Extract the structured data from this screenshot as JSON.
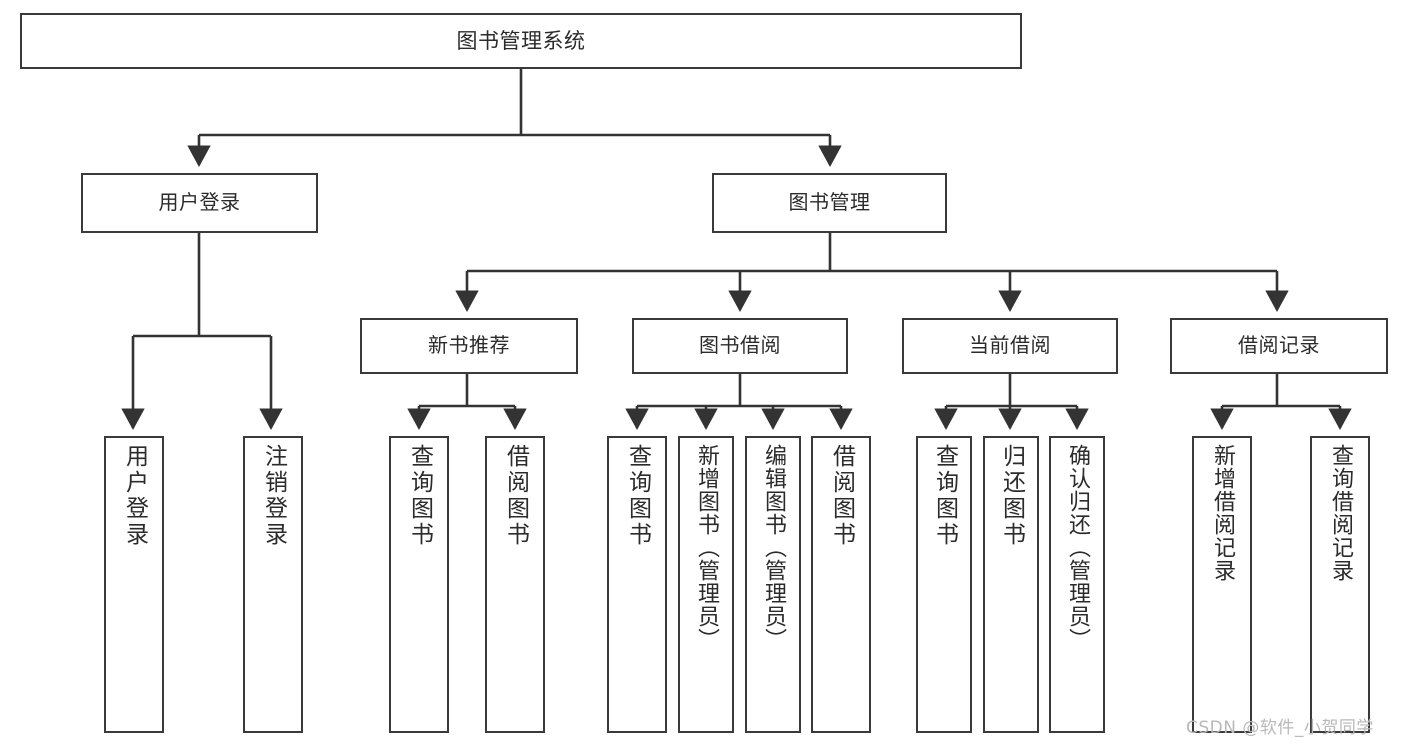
{
  "diagram": {
    "title": "图书管理系统",
    "type": "tree-hierarchy-chart",
    "orientation": "top-down",
    "colors": {
      "border": "#3a3a3a",
      "text": "#2b2b2b",
      "background": "#ffffff",
      "edge": "#333333",
      "watermark": "#b9b9b9"
    }
  },
  "root": {
    "label": "图书管理系统"
  },
  "level1": [
    {
      "id": "user-login",
      "label": "用户登录"
    },
    {
      "id": "book-admin",
      "label": "图书管理"
    }
  ],
  "level2": [
    {
      "id": "new-book",
      "label": "新书推荐"
    },
    {
      "id": "borrow",
      "label": "图书借阅"
    },
    {
      "id": "current",
      "label": "当前借阅"
    },
    {
      "id": "record",
      "label": "借阅记录"
    }
  ],
  "leaves": [
    {
      "id": "leaf-user-login",
      "parent": "user-login",
      "label": "用户登录"
    },
    {
      "id": "leaf-logout-login",
      "parent": "user-login",
      "label": "注销登录"
    },
    {
      "id": "leaf-query-book-new",
      "parent": "new-book",
      "label": "查询图书"
    },
    {
      "id": "leaf-borrow-book-new",
      "parent": "new-book",
      "label": "借阅图书"
    },
    {
      "id": "leaf-query-book-borrow",
      "parent": "borrow",
      "label": "查询图书"
    },
    {
      "id": "leaf-add-book",
      "parent": "borrow",
      "label": "新增图书（管理员）"
    },
    {
      "id": "leaf-edit-book",
      "parent": "borrow",
      "label": "编辑图书（管理员）"
    },
    {
      "id": "leaf-borrow-book",
      "parent": "borrow",
      "label": "借阅图书"
    },
    {
      "id": "leaf-query-book-current",
      "parent": "current",
      "label": "查询图书"
    },
    {
      "id": "leaf-return-book",
      "parent": "current",
      "label": "归还图书"
    },
    {
      "id": "leaf-confirm-return",
      "parent": "current",
      "label": "确认归还（管理员）"
    },
    {
      "id": "leaf-add-record",
      "parent": "record",
      "label": "新增借阅记录"
    },
    {
      "id": "leaf-query-record",
      "parent": "record",
      "label": "查询借阅记录"
    }
  ],
  "watermark": {
    "text": "CSDN @软件_小贺同学"
  }
}
